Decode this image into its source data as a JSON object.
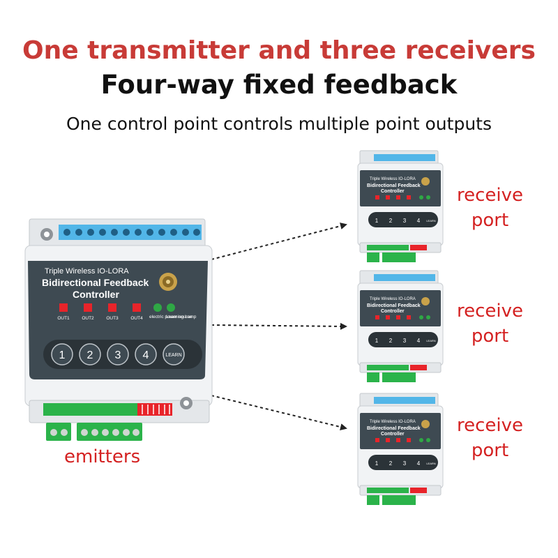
{
  "title_line1": "One transmitter and three receivers",
  "title_line2": "Four-way fixed feedback",
  "subtitle": "One control point controls multiple point outputs",
  "emitters_label": "emitters",
  "receiver_label_line1": "receive",
  "receiver_label_line2": "port",
  "device_label": {
    "line1": "Triple Wireless IO-LORA",
    "line2": "Bidirectional Feedback",
    "line3": "Controller"
  },
  "outputs": [
    "OUT1",
    "OUT2",
    "OUT3",
    "OUT4"
  ],
  "indicators": {
    "power": "electric power source",
    "learning": "Learning Lamp"
  },
  "buttons": [
    "1",
    "2",
    "3",
    "4",
    "LEARN"
  ],
  "colors": {
    "title_red": "#c83b37",
    "label_red": "#d42121",
    "panel_dark": "#3e4a52",
    "led_red": "#e8242a",
    "led_green": "#2fa845",
    "terminal_blue": "#52b6e8",
    "terminal_green": "#2bb34a"
  }
}
